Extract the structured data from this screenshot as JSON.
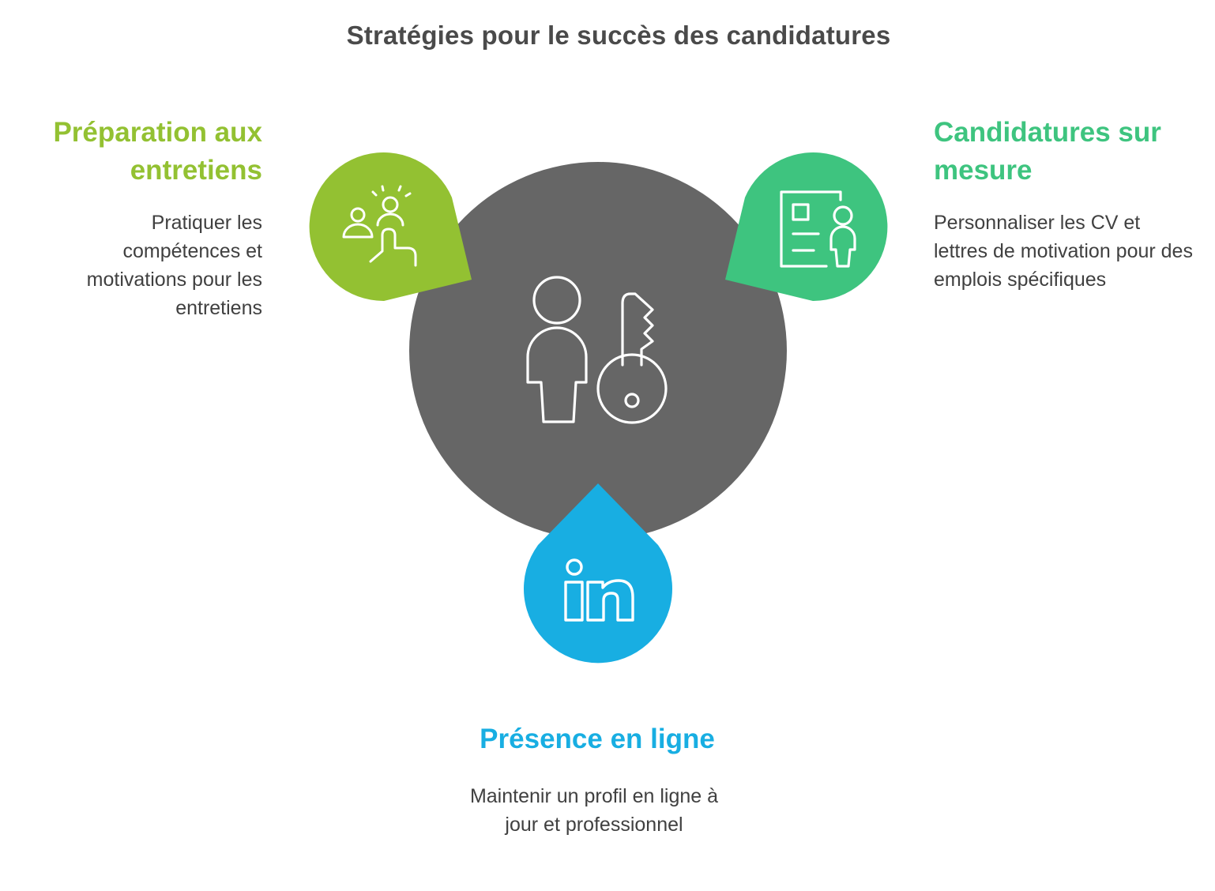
{
  "title": "Stratégies pour le succès des candidatures",
  "colors": {
    "center": "#666666",
    "left": "#93c132",
    "right": "#3ec47f",
    "bottom": "#18aee2",
    "title": "#4a4a4a",
    "body_text": "#404040",
    "icon_stroke": "#ffffff"
  },
  "center": {
    "icon": "person-key-icon"
  },
  "sections": {
    "left": {
      "heading": "Préparation aux entretiens",
      "description": "Pratiquer les compétences et motivations pour les entretiens",
      "icon": "interview-practice-icon"
    },
    "right": {
      "heading": "Candidatures sur mesure",
      "description": "Personnaliser les CV et lettres de motivation pour des emplois spécifiques",
      "icon": "resume-icon"
    },
    "bottom": {
      "heading": "Présence en ligne",
      "description": "Maintenir un profil en ligne à jour et professionnel",
      "icon": "linkedin-icon"
    }
  }
}
